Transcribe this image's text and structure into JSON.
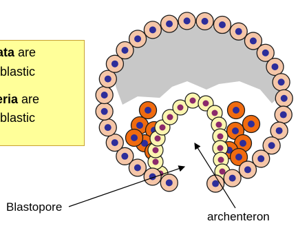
{
  "textbox": {
    "line1_bold": "ata",
    "line1_rest": " are",
    "line2": "blastic",
    "line3_bold": "eria",
    "line3_rest": " are",
    "line4": "blastic"
  },
  "labels": {
    "blastopore": "Blastopore",
    "archenteron": "archenteron"
  },
  "colors": {
    "ectoderm_fill": "#f5c6a8",
    "nucleus_blue": "#2d2d9a",
    "mesoderm_orange": "#f06b0f",
    "endoderm_fill": "#fbf5b0",
    "nucleus_purple": "#8b2a6b",
    "blastocoel_gray": "#c8c8c8",
    "textbox_bg": "#ffff99"
  }
}
